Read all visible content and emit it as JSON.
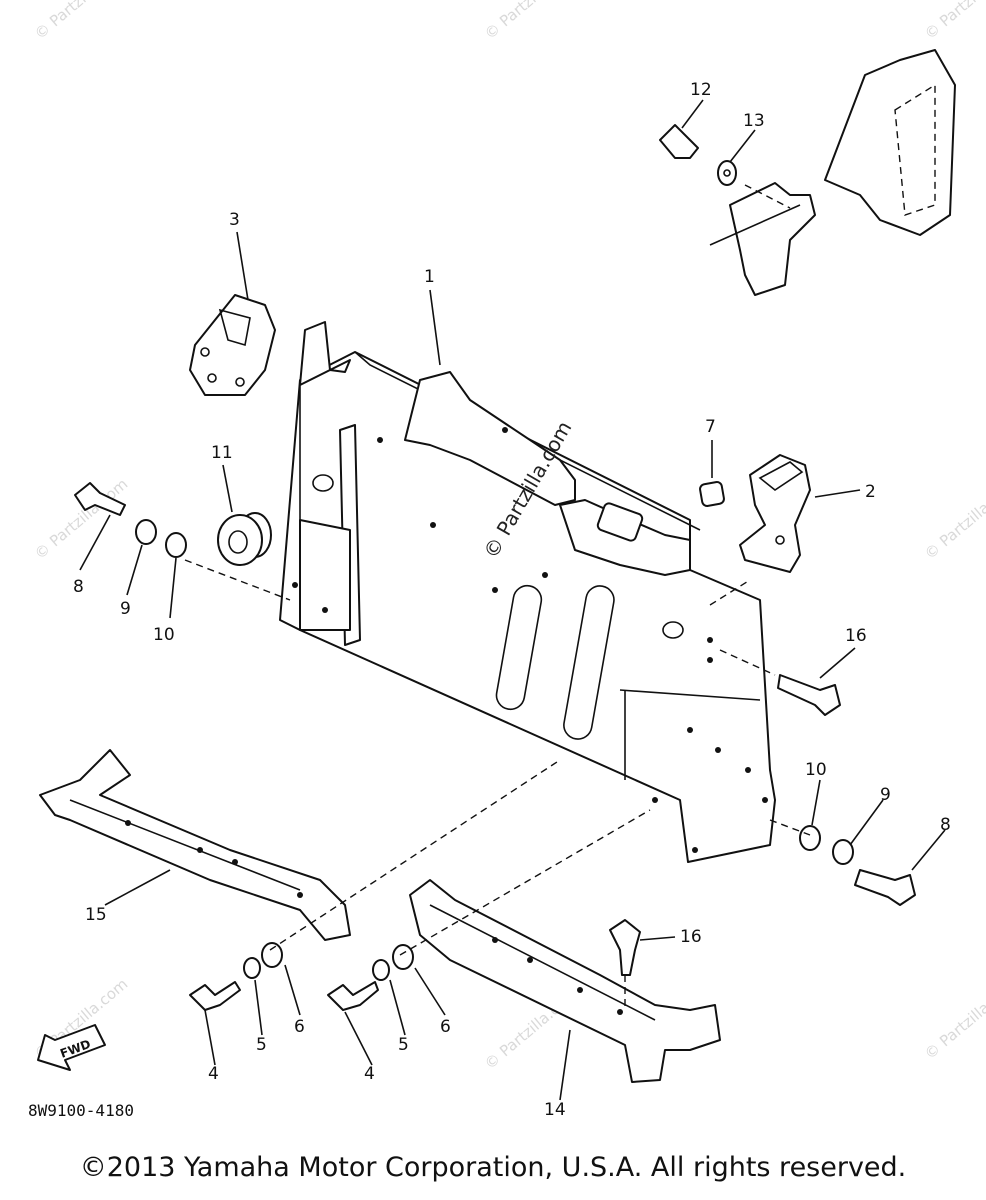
{
  "diagram": {
    "callouts": [
      "1",
      "2",
      "3",
      "4",
      "5",
      "6",
      "7",
      "8",
      "9",
      "10",
      "11",
      "12",
      "13",
      "14",
      "15",
      "16"
    ],
    "drawing_code": "8W9100-4180",
    "fwd_label": "FWD",
    "watermark_text": "© Partzilla.com",
    "watermark_center": "© Partzilla.com"
  },
  "footer": {
    "copyright": "©2013 Yamaha Motor Corporation, U.S.A. All rights reserved."
  }
}
